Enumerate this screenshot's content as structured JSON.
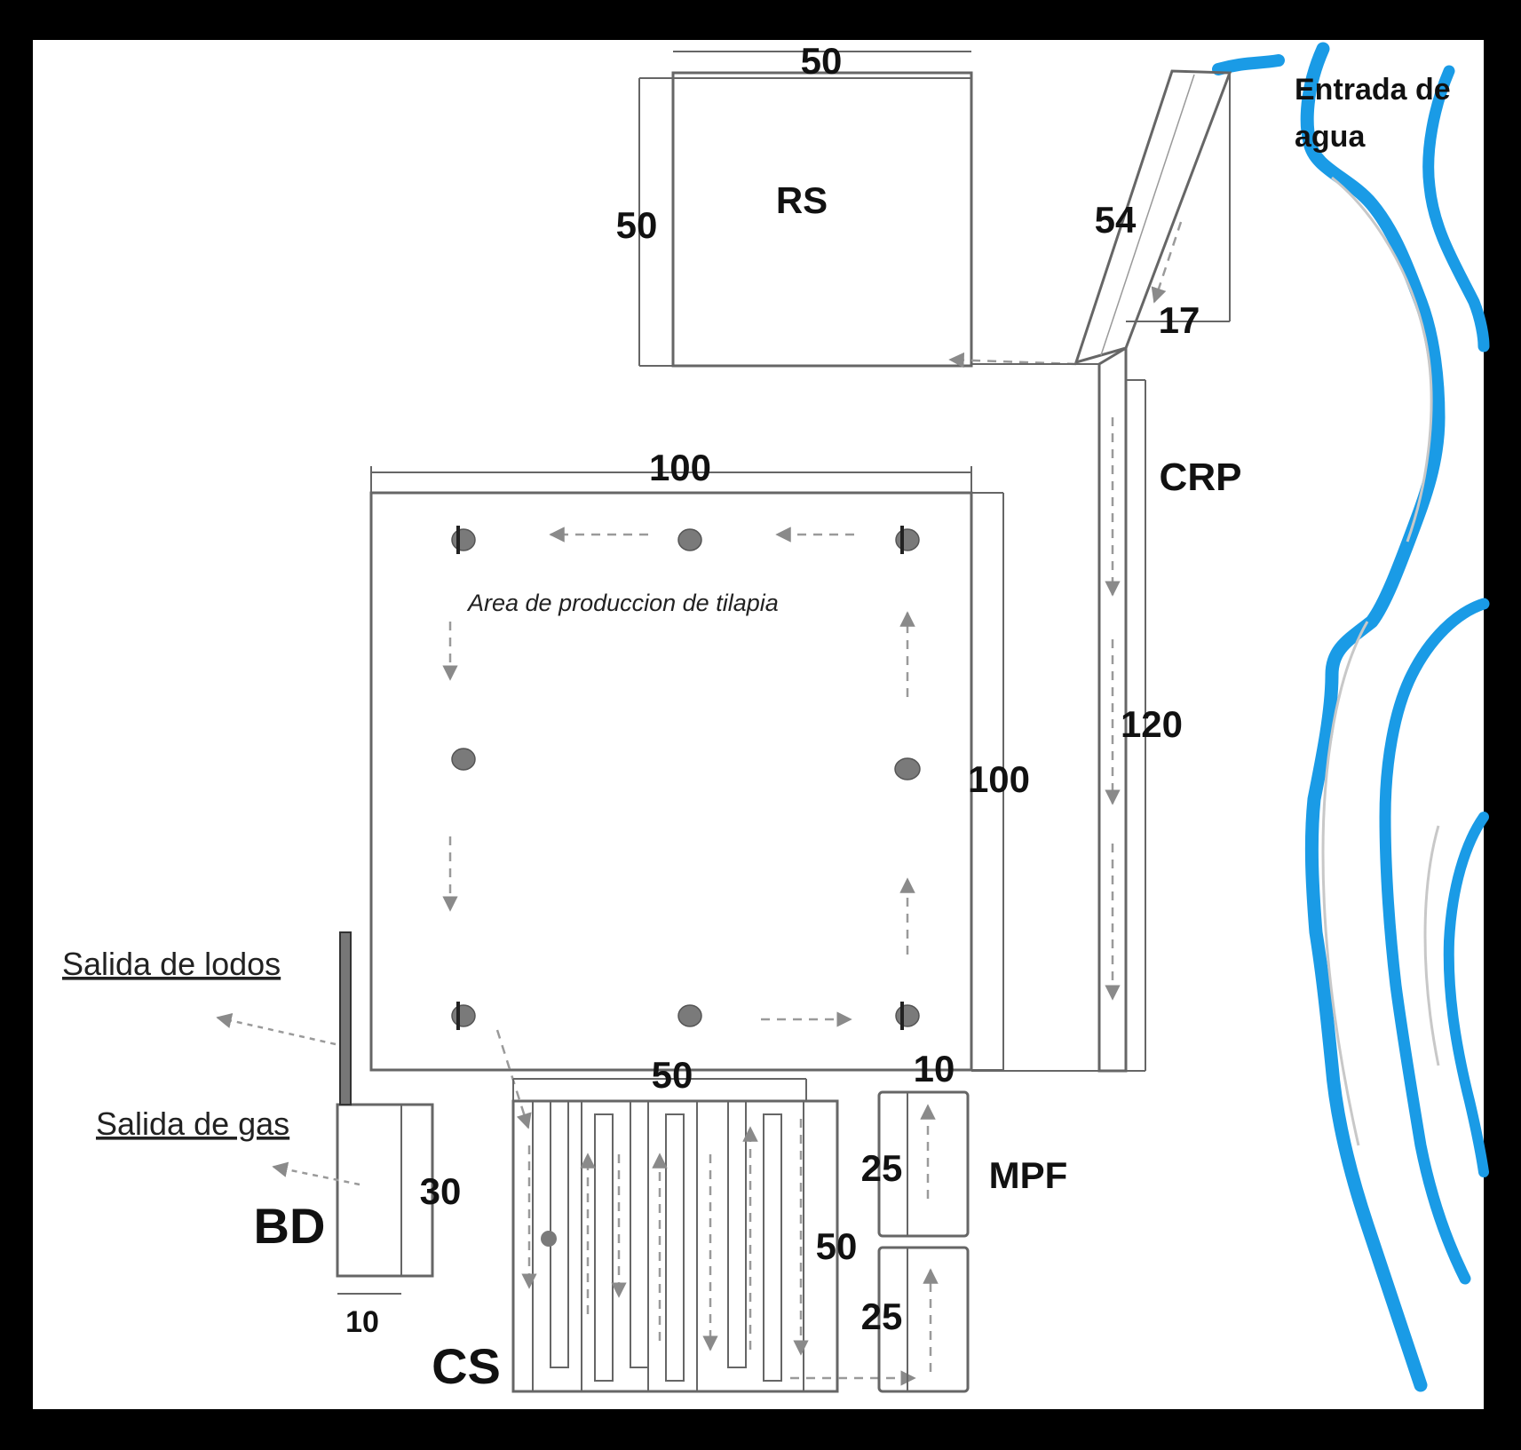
{
  "diagram": {
    "labels": {
      "rs": "RS",
      "crp": "CRP",
      "mpf": "MPF",
      "bd": "BD",
      "cs": "CS",
      "water_inlet_line1": "Entrada de",
      "water_inlet_line2": "agua",
      "tilapia_area": "Area de produccion de tilapia",
      "sludge_outlet": "Salida de lodos",
      "gas_outlet": "Salida de gas"
    },
    "dimensions": {
      "rs_width": "50",
      "rs_height": "50",
      "inlet_channel_length": "54",
      "inlet_channel_drop": "17",
      "crp_length": "120",
      "tank_width": "100",
      "tank_height": "100",
      "crp_width": "10",
      "cs_width": "50",
      "cs_height": "50",
      "mpf_top_height": "25",
      "mpf_bottom_height": "25",
      "bd_height": "30",
      "bd_width": "10"
    },
    "colors": {
      "background": "#ffffff",
      "frame": "#000000",
      "outline": "#666666",
      "flow_arrow": "#9a9a9a",
      "river": "#1a9be6",
      "aerator": "#7a7a7a"
    }
  }
}
